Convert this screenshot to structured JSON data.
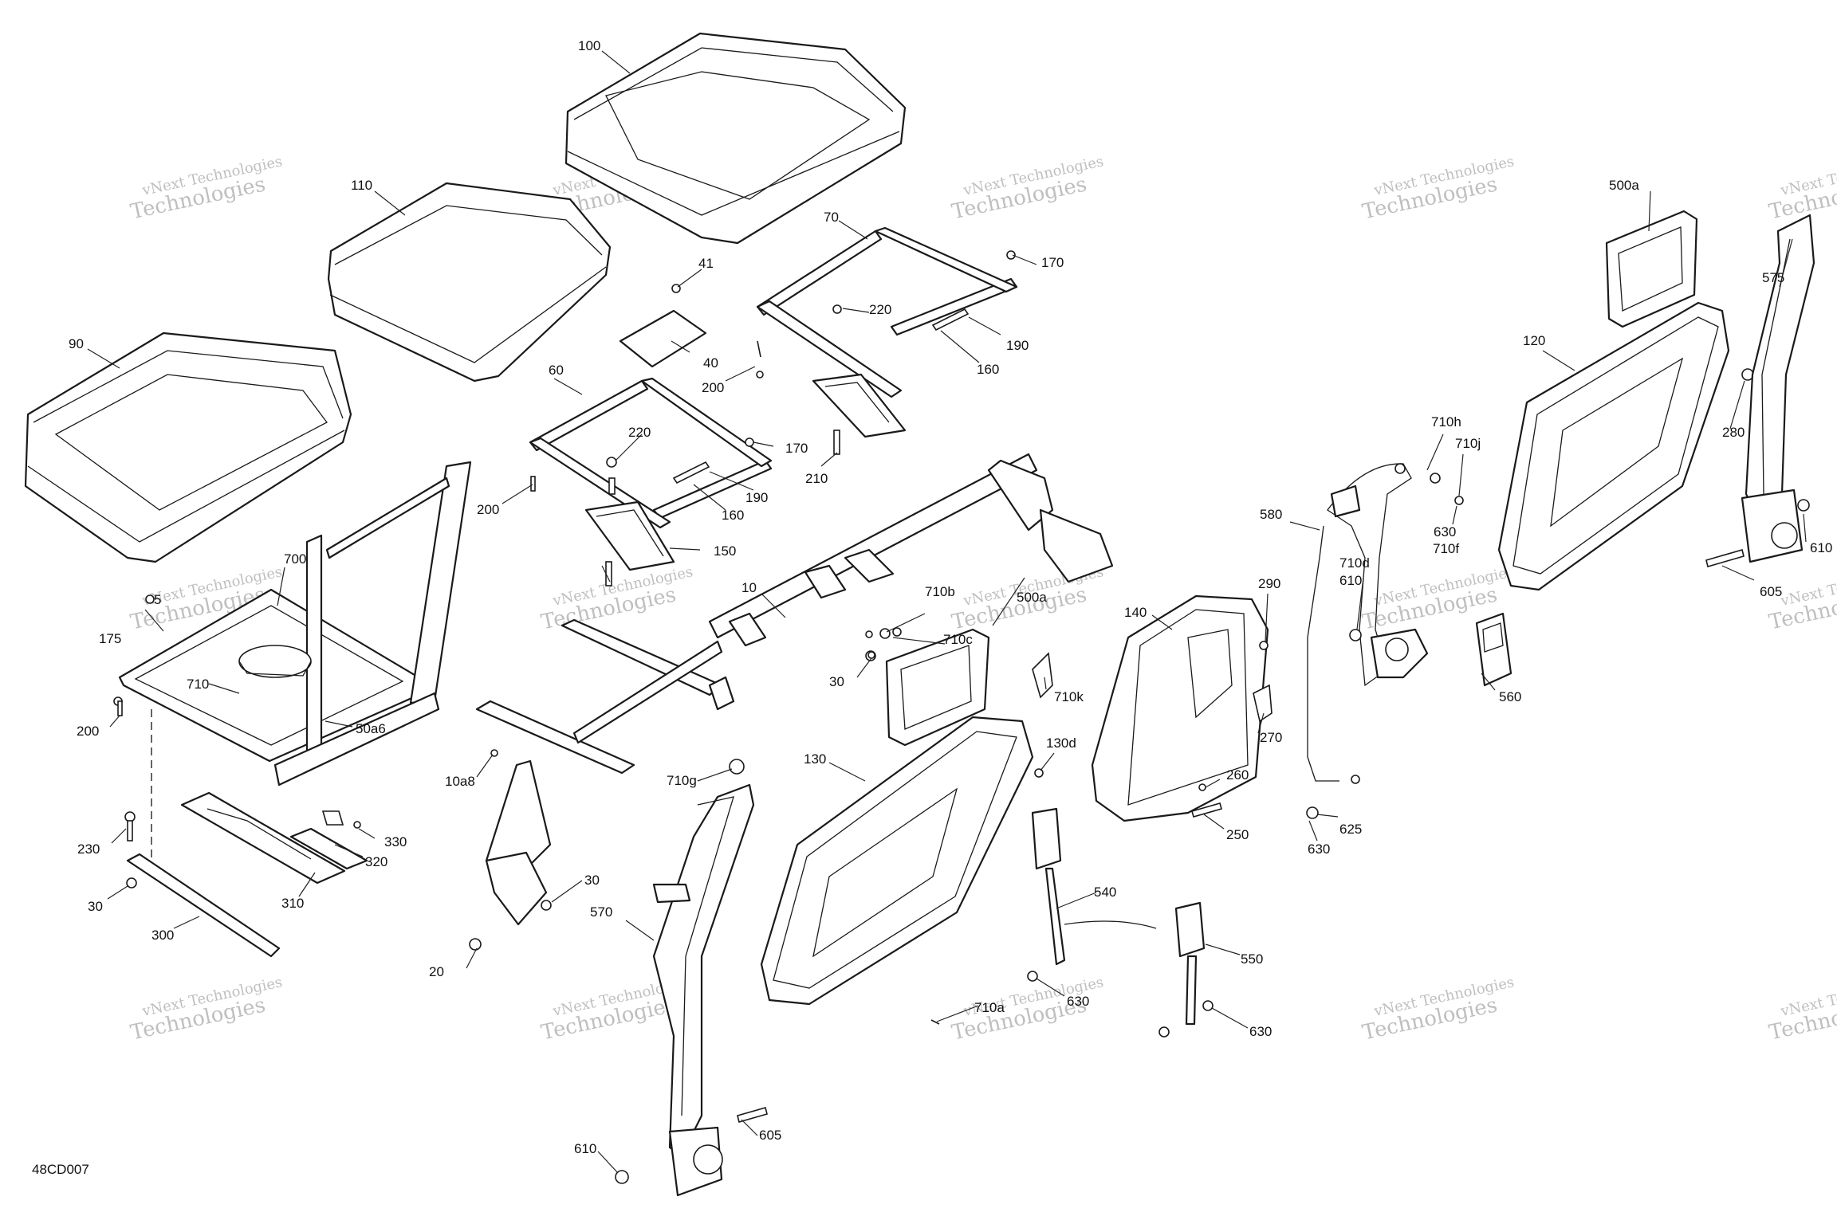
{
  "diagram": {
    "code": "48CD007",
    "watermark": {
      "line1": "vNext Technologies",
      "line2": "Technologies"
    },
    "callouts": [
      "100",
      "110",
      "90",
      "41",
      "40",
      "200",
      "70",
      "170",
      "220",
      "190",
      "160",
      "210",
      "60",
      "220",
      "170",
      "190",
      "160",
      "200",
      "150",
      "700",
      "5",
      "175",
      "710",
      "200",
      "50a6",
      "230",
      "30",
      "330",
      "320",
      "310",
      "300",
      "10",
      "710b",
      "710c",
      "500a",
      "30",
      "10a8",
      "30",
      "20",
      "710g",
      "570",
      "130",
      "605",
      "610",
      "130d",
      "540",
      "550",
      "630",
      "630",
      "710a",
      "140",
      "290",
      "710k",
      "270",
      "260",
      "250",
      "580",
      "710h",
      "710j",
      "630",
      "710f",
      "710d",
      "610",
      "560",
      "625",
      "630",
      "500a",
      "575",
      "120",
      "280",
      "610",
      "605"
    ]
  }
}
